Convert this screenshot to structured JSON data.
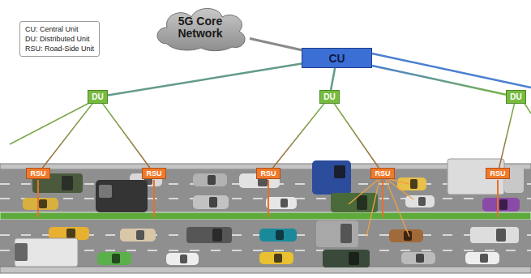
{
  "diagram": {
    "nodes": [
      {
        "text": [
          "CU: Central Unit",
          "DU: Distributed Unit",
          "RSU: Road-Side Unit"
        ]
      },
      {
        "text": [
          "5G Core Network"
        ]
      },
      {
        "text": [
          "CU"
        ]
      },
      {
        "text": [
          "DU"
        ]
      },
      {
        "text": [
          "DU"
        ]
      },
      {
        "text": [
          "DU"
        ]
      },
      {
        "text": [
          "RSU"
        ]
      },
      {
        "text": [
          "RSU"
        ]
      },
      {
        "text": [
          "RSU"
        ]
      },
      {
        "text": [
          "RSU"
        ]
      },
      {
        "text": [
          "RSU"
        ]
      }
    ],
    "edges": [
      {
        "from": 1,
        "to": 2,
        "arrow": "none"
      },
      {
        "from": 2,
        "to": 3,
        "arrow": "none"
      },
      {
        "from": 2,
        "to": 4,
        "arrow": "none"
      },
      {
        "from": 2,
        "to": 5,
        "arrow": "none"
      },
      {
        "from": 3,
        "to": 6,
        "arrow": "none"
      },
      {
        "from": 3,
        "to": 7,
        "arrow": "none"
      },
      {
        "from": 4,
        "to": 8,
        "arrow": "none"
      },
      {
        "from": 4,
        "to": 9,
        "arrow": "none"
      },
      {
        "from": 5,
        "to": 10,
        "arrow": "none"
      }
    ]
  }
}
